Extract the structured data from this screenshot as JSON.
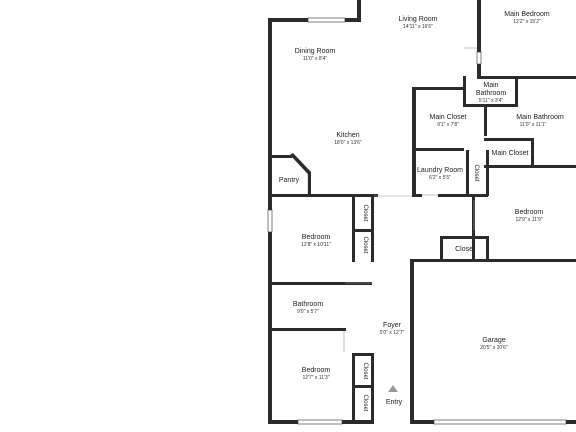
{
  "rooms": {
    "living_room": {
      "name": "Living Room",
      "dims": "14'11\" x 16'6\""
    },
    "main_bedroom": {
      "name": "Main Bedroom",
      "dims": "12'2\" x 15'2\""
    },
    "dining_room": {
      "name": "Dining Room",
      "dims": "11'0\" x 8'4\""
    },
    "main_bathroom_small": {
      "name_line1": "Main",
      "name_line2": "Bathroom",
      "dims": "5'11\" x 3'4\""
    },
    "main_closet_large": {
      "name": "Main Closet",
      "dims": "9'1\" x 7'8\""
    },
    "main_bathroom": {
      "name": "Main Bathroom",
      "dims": "11'0\" x 11'1\""
    },
    "kitchen": {
      "name": "Kitchen",
      "dims": "18'0\" x 13'6\""
    },
    "main_closet_small": {
      "name": "Main Closet"
    },
    "pantry": {
      "name": "Pantry"
    },
    "laundry_room": {
      "name": "Laundry Room",
      "dims": "6'2\" x 5'5\""
    },
    "closet_laundry": {
      "name": "Closet"
    },
    "bedroom_east": {
      "name": "Bedroom",
      "dims": "12'9\" x 11'9\""
    },
    "closet_east": {
      "name": "Closet"
    },
    "bedroom_west_top": {
      "name": "Bedroom",
      "dims": "12'8\" x 10'11\""
    },
    "closet_w1": {
      "name": "Closet"
    },
    "closet_w2": {
      "name": "Closet"
    },
    "bathroom": {
      "name": "Bathroom",
      "dims": "9'0\" x 5'7\""
    },
    "foyer": {
      "name": "Foyer",
      "dims": "5'0\" x 12'7\""
    },
    "garage": {
      "name": "Garage",
      "dims": "20'5\" x 20'6\""
    },
    "bedroom_west_bottom": {
      "name": "Bedroom",
      "dims": "12'7\" x 11'3\""
    },
    "closet_w3": {
      "name": "Closet"
    },
    "closet_w4": {
      "name": "Closet"
    }
  },
  "entry": {
    "label": "Entry"
  }
}
